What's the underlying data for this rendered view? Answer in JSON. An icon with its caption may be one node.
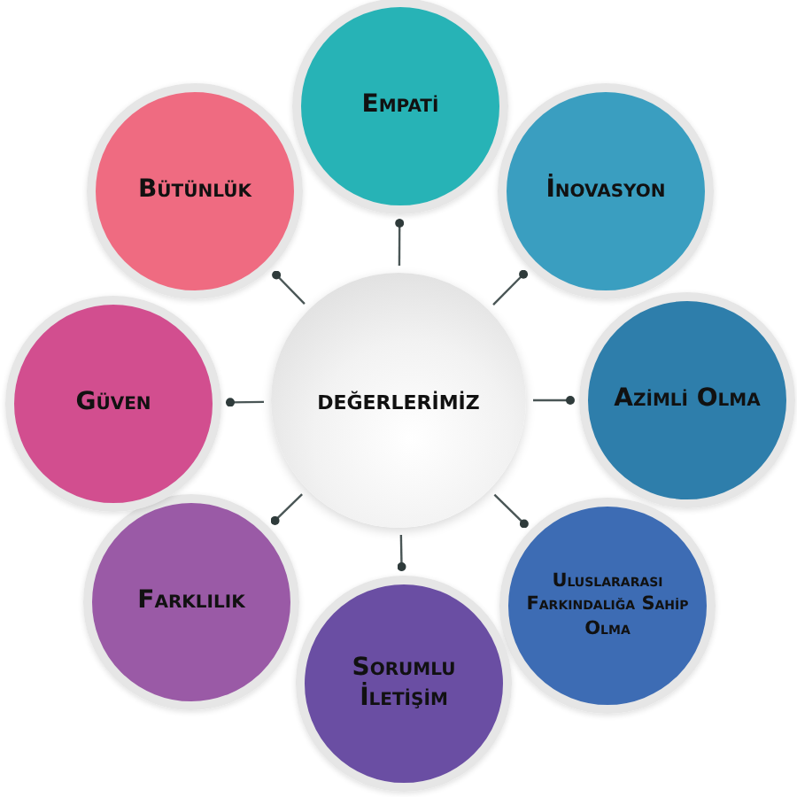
{
  "diagram": {
    "nodes": [
      {
        "text": [
          "değerlerimiz"
        ]
      },
      {
        "text": [
          "Empati"
        ]
      },
      {
        "text": [
          "İnovasyon"
        ]
      },
      {
        "text": [
          "Azimli Olma"
        ]
      },
      {
        "text": [
          "Uluslararası Farkındalığa Sahip Olma"
        ]
      },
      {
        "text": [
          "Sorumlu İletişim"
        ]
      },
      {
        "text": [
          "Farklılık"
        ]
      },
      {
        "text": [
          "Güven"
        ]
      },
      {
        "text": [
          "Bütünlük"
        ]
      }
    ],
    "edges": [
      {
        "from": 0,
        "to": 1,
        "arrow": "other"
      },
      {
        "from": 0,
        "to": 2,
        "arrow": "other"
      },
      {
        "from": 0,
        "to": 3,
        "arrow": "other"
      },
      {
        "from": 0,
        "to": 4,
        "arrow": "other"
      },
      {
        "from": 0,
        "to": 5,
        "arrow": "other"
      },
      {
        "from": 0,
        "to": 6,
        "arrow": "other"
      },
      {
        "from": 0,
        "to": 7,
        "arrow": "other"
      },
      {
        "from": 0,
        "to": 8,
        "arrow": "other"
      }
    ]
  }
}
